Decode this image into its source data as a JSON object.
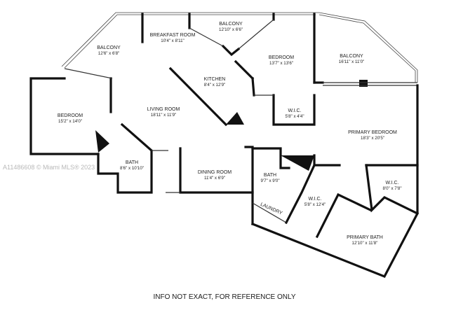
{
  "watermark": "A11486608 © Miami MLS® 2023",
  "disclaimer": "INFO NOT EXACT, FOR REFERENCE ONLY",
  "rooms": [
    {
      "name": "BALCONY",
      "dims": "12'6\" x 6'8\""
    },
    {
      "name": "BREAKFAST ROOM",
      "dims": "10'4\" x 8'11\""
    },
    {
      "name": "BALCONY",
      "dims": "12'10\" x 6'6\""
    },
    {
      "name": "BEDROOM",
      "dims": "13'7\" x 13'6\""
    },
    {
      "name": "BALCONY",
      "dims": "16'11\" x 11'0\""
    },
    {
      "name": "KITCHEN",
      "dims": "8'4\" x 12'9\""
    },
    {
      "name": "BEDROOM",
      "dims": "15'2\" x 14'0\""
    },
    {
      "name": "LIVING ROOM",
      "dims": "18'11\" x 11'9\""
    },
    {
      "name": "W.I.C.",
      "dims": "5'8\" x 4'4\""
    },
    {
      "name": "PRIMARY BEDROOM",
      "dims": "18'3\" x 20'5\""
    },
    {
      "name": "BATH",
      "dims": "8'6\" x 10'10\""
    },
    {
      "name": "DINING ROOM",
      "dims": "11'4\" x 6'9\""
    },
    {
      "name": "BATH",
      "dims": "9'7\" x 9'0\""
    },
    {
      "name": "W.I.C.",
      "dims": "8'0\" x 7'8\""
    },
    {
      "name": "LAUNDRY",
      "dims": ""
    },
    {
      "name": "W.I.C.",
      "dims": "5'8\" x 12'4\""
    },
    {
      "name": "PRIMARY BATH",
      "dims": "12'10\" x 11'8\""
    }
  ]
}
